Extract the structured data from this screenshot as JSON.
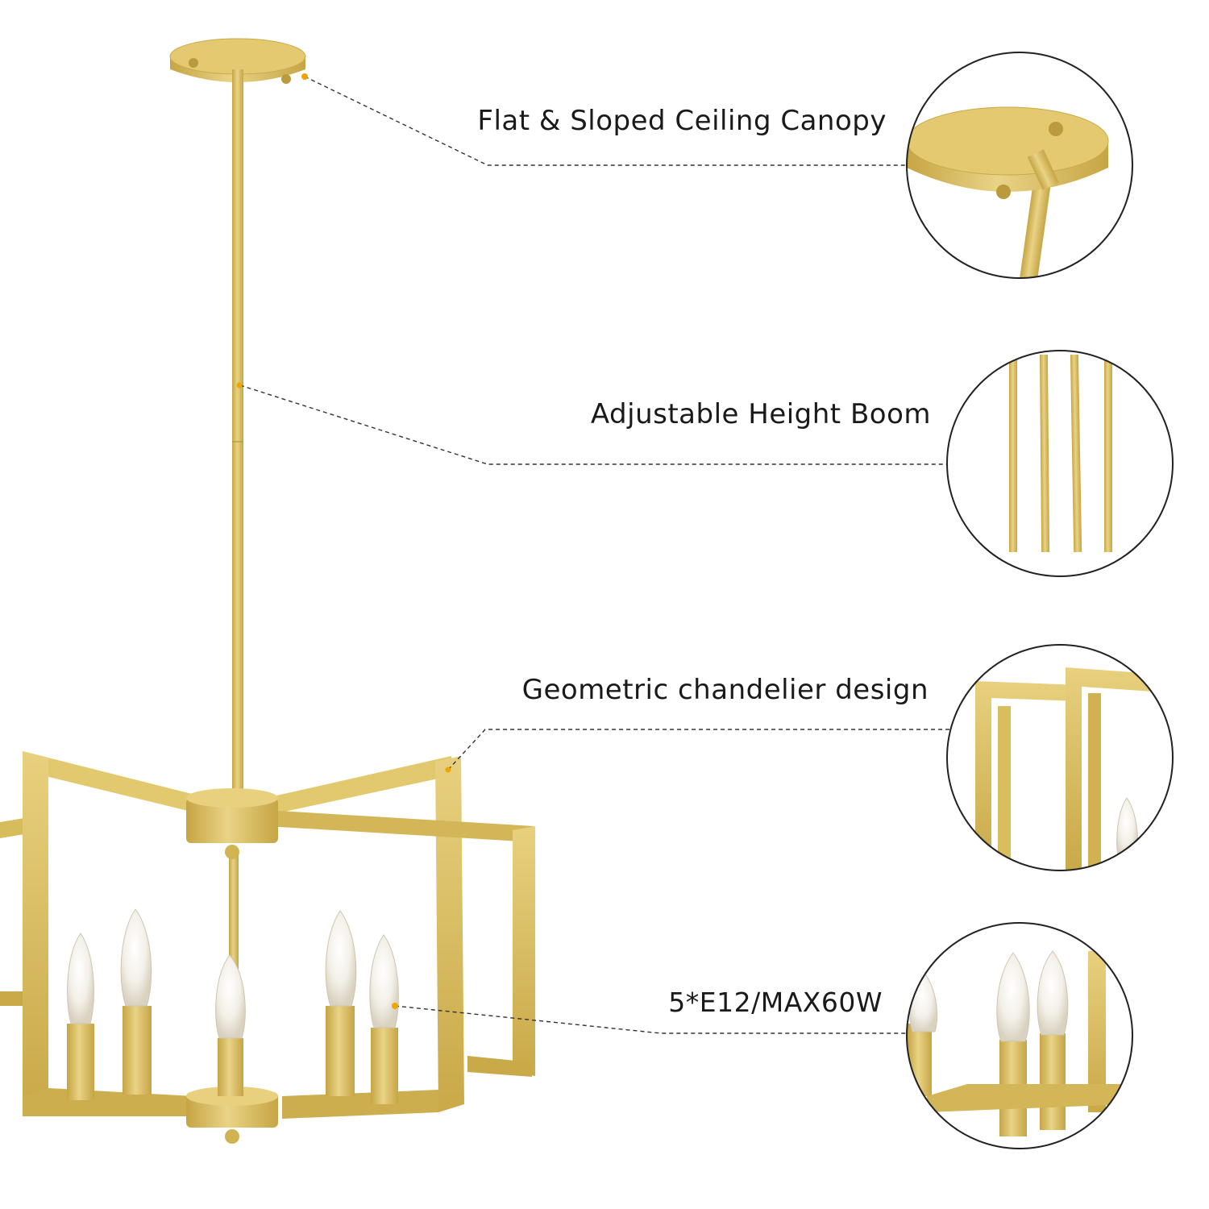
{
  "features": {
    "canopy_label": "Flat & Sloped Ceiling Canopy",
    "boom_label": "Adjustable Height Boom",
    "design_label": "Geometric chandelier design",
    "bulb_label": "5*E12/MAX60W"
  },
  "colors": {
    "gold": "#D9BE5E",
    "gold_dark": "#B99A3C",
    "gold_light": "#EBD68C",
    "leader_line": "#333333",
    "dot": "#F0A400"
  },
  "icons": {
    "canopy_detail": "ceiling-canopy-icon",
    "boom_detail": "rods-icon",
    "frame_detail": "frame-icon",
    "bulb_detail": "bulb-icon"
  }
}
